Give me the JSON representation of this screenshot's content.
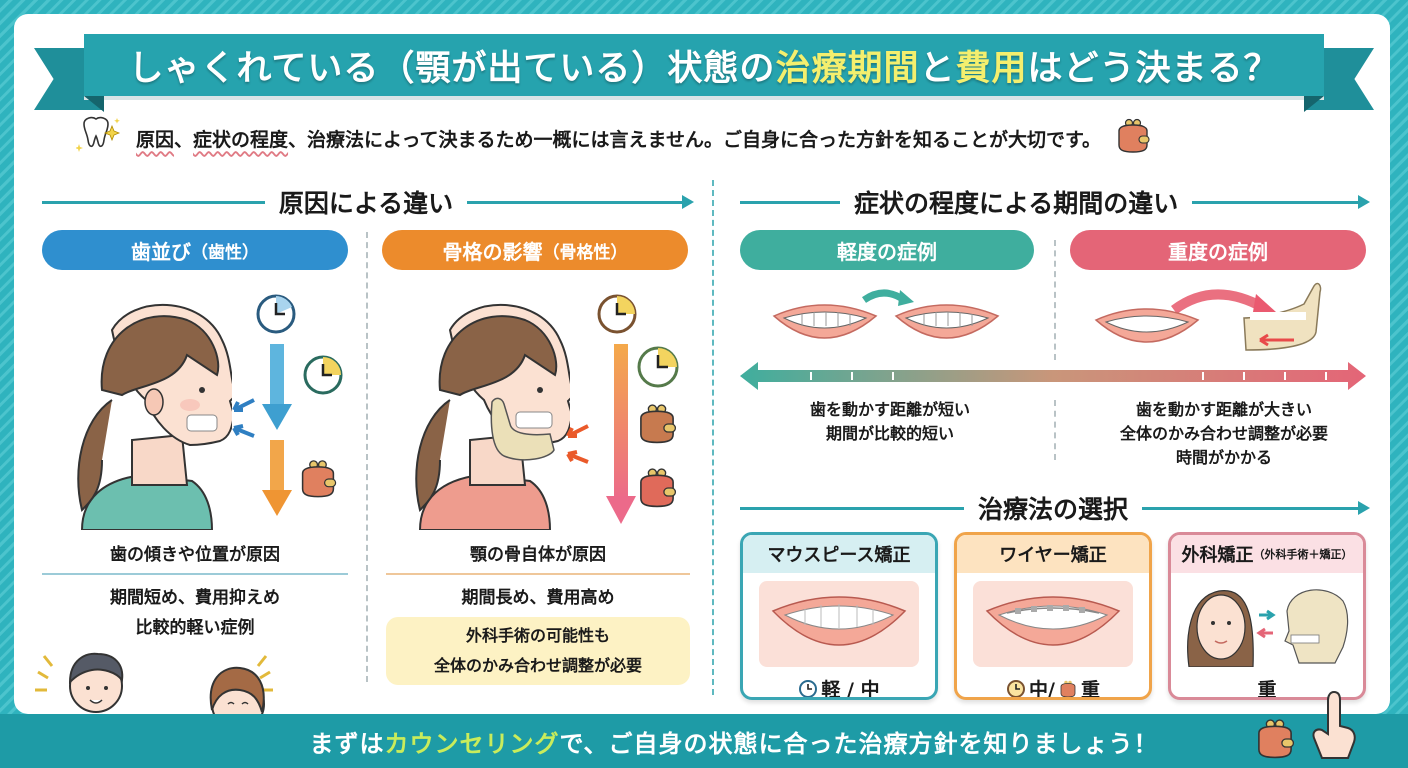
{
  "header": {
    "title_part1": "しゃくれている（顎が出ている）状態の",
    "title_highlight1": "治療期間",
    "title_part2": "と",
    "title_highlight2": "費用",
    "title_part3": "はどう決まる？",
    "subtitle_underlined1": "原因",
    "subtitle_sep1": "、",
    "subtitle_underlined2": "症状の程度",
    "subtitle_rest": "、治療法によって決まるため一概には言えません。ご自身に合った方針を知ることが大切です。"
  },
  "causes": {
    "section_title": "原因による違い",
    "dental": {
      "pill_label": "歯並び",
      "pill_sub": "（歯性）",
      "pill_color": "#2f8fcf",
      "cause": "歯の傾きや位置が原因",
      "lines": [
        "期間短め、費用抑えめ",
        "比較的軽い症例"
      ]
    },
    "skeletal": {
      "pill_label": "骨格の影響",
      "pill_sub": "（骨格性）",
      "pill_color": "#ec8b2c",
      "cause": "顎の骨自体が原因",
      "lines": [
        "期間長め、費用高め"
      ],
      "note_lines": [
        "外科手術の可能性も",
        "全体のかみ合わせ調整が必要"
      ]
    }
  },
  "severity": {
    "section_title": "症状の程度による期間の違い",
    "mild": {
      "label": "軽度の症例",
      "color": "#3fae9e",
      "lines": [
        "歯を動かす距離が短い",
        "期間が比較的短い"
      ]
    },
    "severe": {
      "label": "重度の症例",
      "color": "#e46577",
      "lines": [
        "歯を動かす距離が大きい",
        "全体のかみ合わせ調整が必要",
        "時間がかかる"
      ]
    }
  },
  "treatments": {
    "section_title": "治療法の選択",
    "items": [
      {
        "name": "マウスピース矯正",
        "sub": "",
        "level": "軽 / 中",
        "border": "#3aa6b4",
        "head_bg": "#d6eff2",
        "icons": [
          "clock-icon"
        ]
      },
      {
        "name": "ワイヤー矯正",
        "sub": "",
        "level_a": "中/",
        "level_b": "重",
        "border": "#f0a44a",
        "head_bg": "#fde3c0",
        "icons": [
          "clock-icon",
          "purse-icon"
        ]
      },
      {
        "name": "外科矯正",
        "sub": "（外科手術＋矯正）",
        "level": "重",
        "border": "#d98a98",
        "head_bg": "#fbe0e4",
        "icons": []
      }
    ]
  },
  "footer": {
    "part1": "まずは",
    "highlight": "カウンセリング",
    "part2": "で、ご自身の状態に合った治療方針を知りましょう！"
  }
}
